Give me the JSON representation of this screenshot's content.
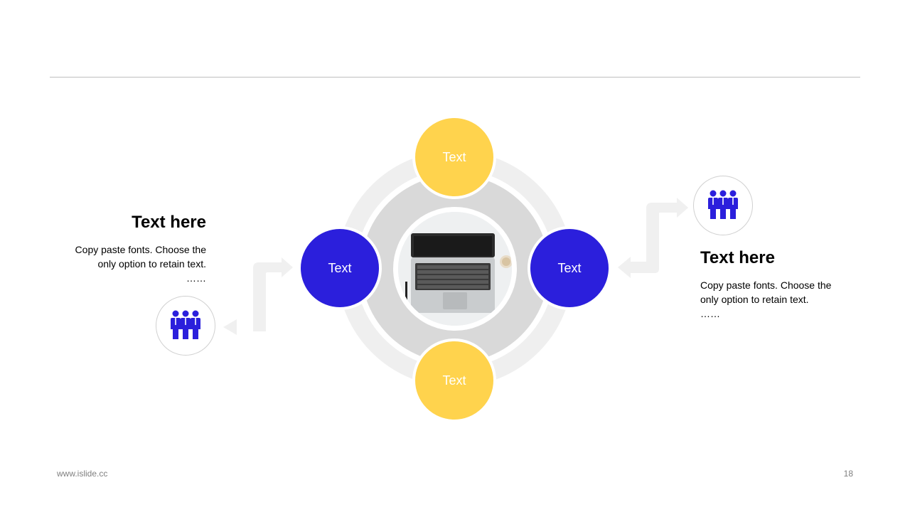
{
  "colors": {
    "yellow": "#ffd34d",
    "blue": "#2b1fdc",
    "ring": "#efefef",
    "disc": "#d9d9d9",
    "arrow": "#f0f0f0"
  },
  "diagram": {
    "top_node": "Text",
    "left_node": "Text",
    "right_node": "Text",
    "bottom_node": "Text",
    "center_image": "laptop-photo"
  },
  "left_block": {
    "heading": "Text here",
    "body_line1": "Copy paste fonts. Choose the",
    "body_line2": "only option to retain text.",
    "ellipsis": "……",
    "icon": "people-group-icon"
  },
  "right_block": {
    "heading": "Text here",
    "body_line1": "Copy paste fonts. Choose the",
    "body_line2": "only option to retain text.",
    "ellipsis": "……",
    "icon": "people-group-icon"
  },
  "footer": {
    "website": "www.islide.cc",
    "page_number": "18"
  }
}
